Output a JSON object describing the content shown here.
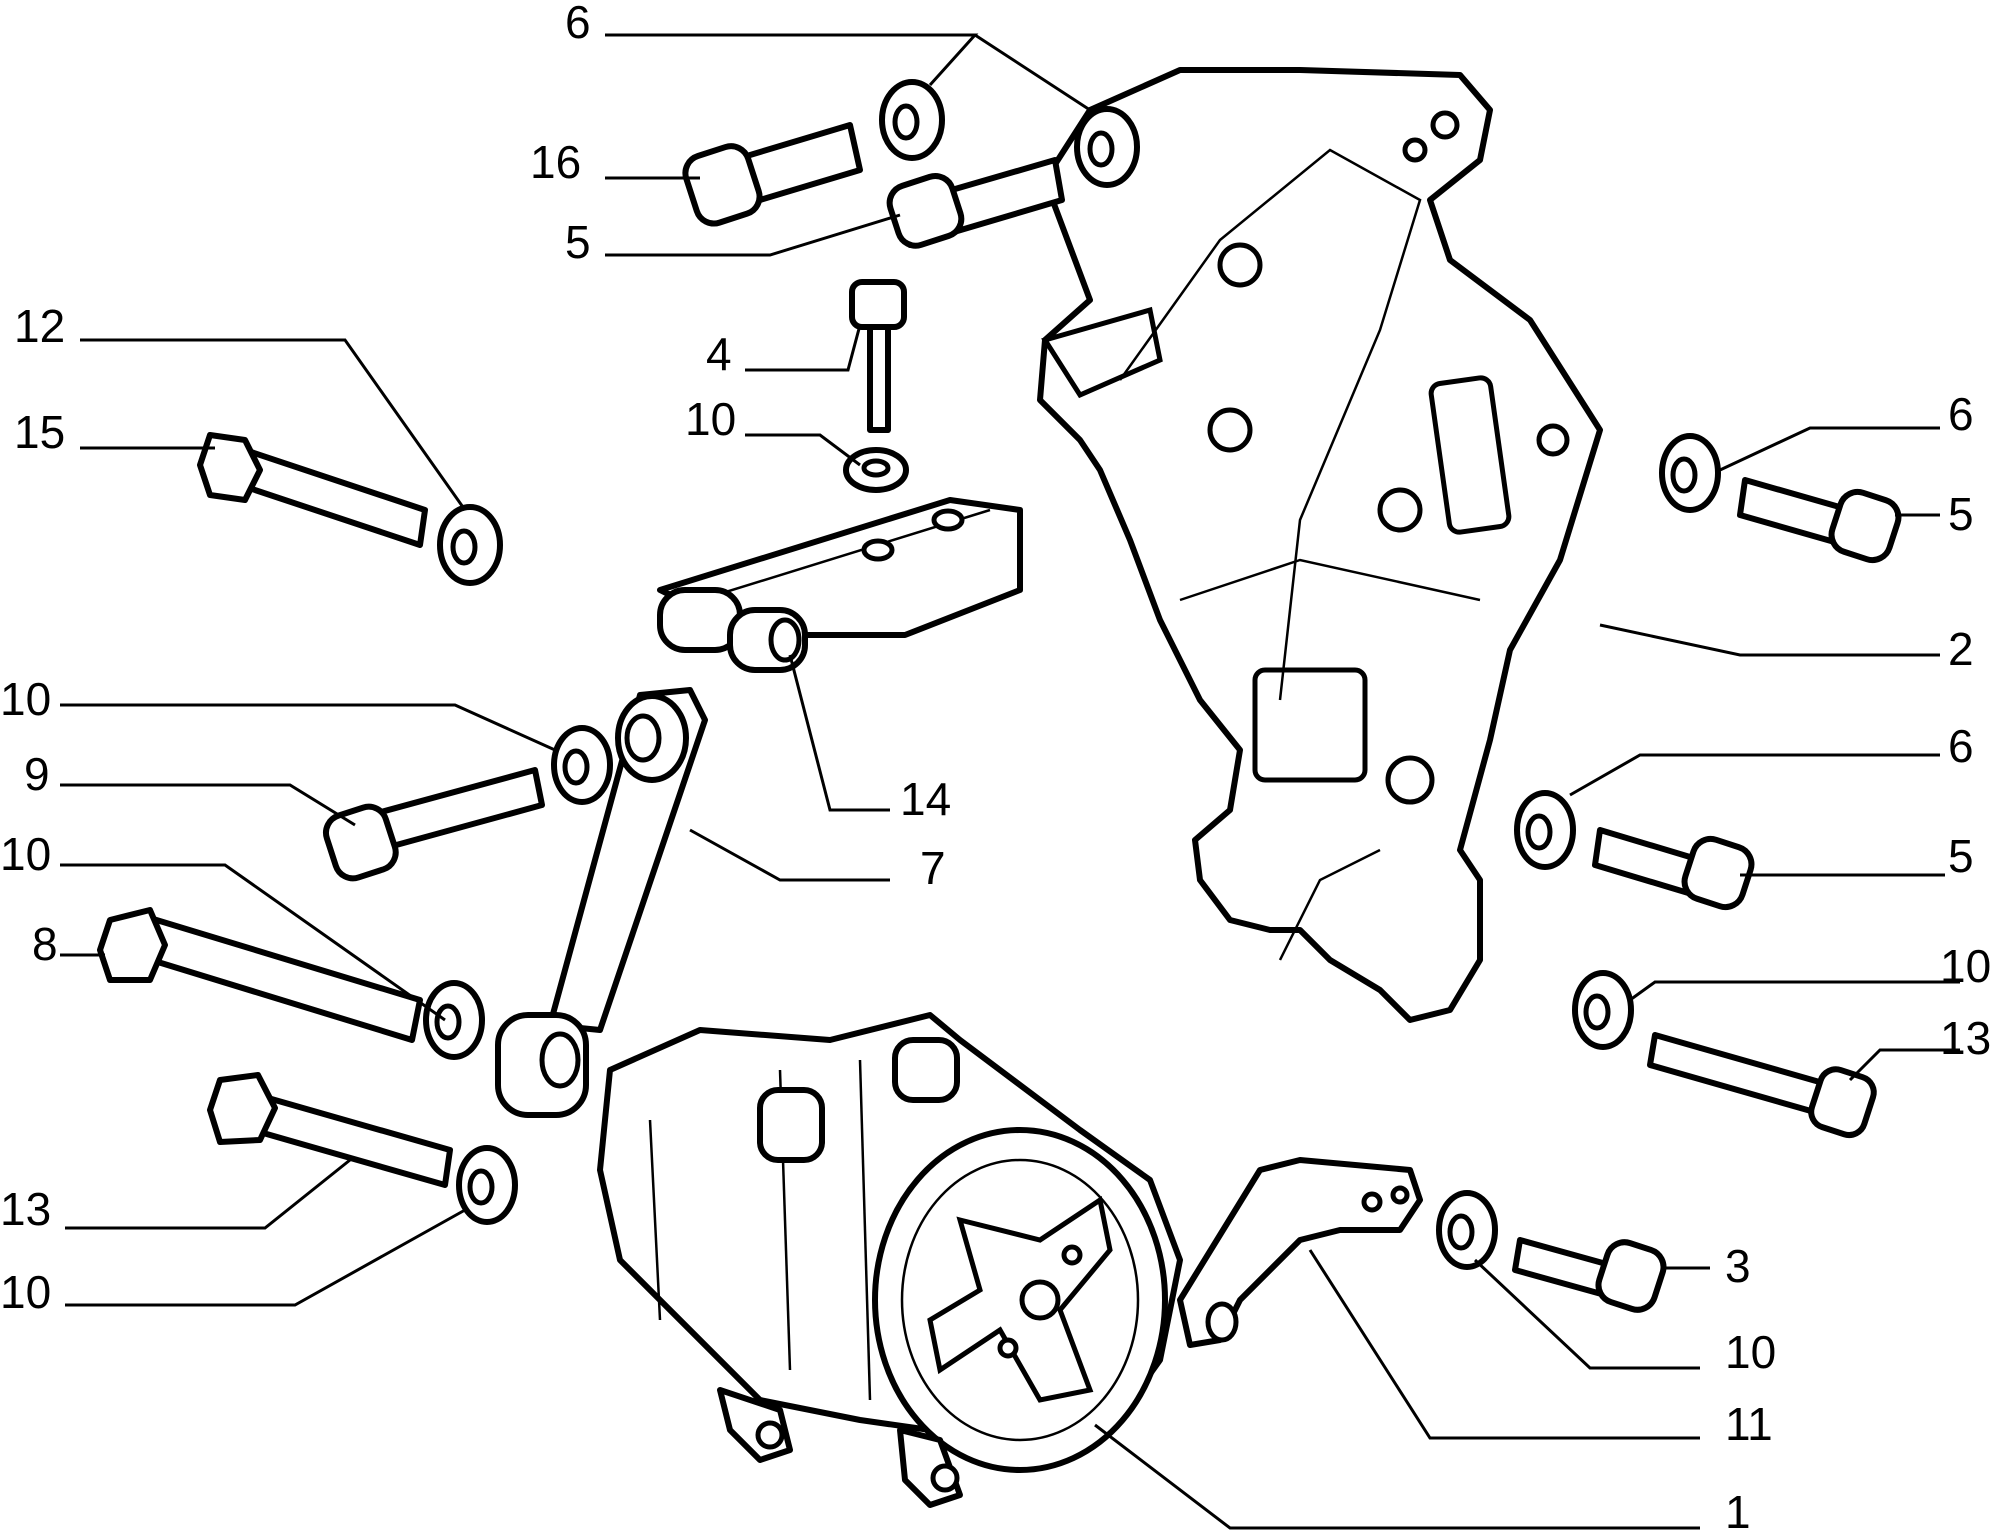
{
  "diagram": {
    "callouts": [
      {
        "id": "c6a",
        "text": "6"
      },
      {
        "id": "c16",
        "text": "16"
      },
      {
        "id": "c5a",
        "text": "5"
      },
      {
        "id": "c12",
        "text": "12"
      },
      {
        "id": "c15",
        "text": "15"
      },
      {
        "id": "c4",
        "text": "4"
      },
      {
        "id": "c10a",
        "text": "10"
      },
      {
        "id": "c6b",
        "text": "6"
      },
      {
        "id": "c5b",
        "text": "5"
      },
      {
        "id": "c2",
        "text": "2"
      },
      {
        "id": "c10b",
        "text": "10"
      },
      {
        "id": "c9",
        "text": "9"
      },
      {
        "id": "c14",
        "text": "14"
      },
      {
        "id": "c6c",
        "text": "6"
      },
      {
        "id": "c7",
        "text": "7"
      },
      {
        "id": "c10c",
        "text": "10"
      },
      {
        "id": "c5c",
        "text": "5"
      },
      {
        "id": "c8",
        "text": "8"
      },
      {
        "id": "c10d",
        "text": "10"
      },
      {
        "id": "c13a",
        "text": "13"
      },
      {
        "id": "c13b",
        "text": "13"
      },
      {
        "id": "c10e",
        "text": "10"
      },
      {
        "id": "c3",
        "text": "3"
      },
      {
        "id": "c10f",
        "text": "10"
      },
      {
        "id": "c11",
        "text": "11"
      },
      {
        "id": "c1",
        "text": "1"
      }
    ]
  }
}
